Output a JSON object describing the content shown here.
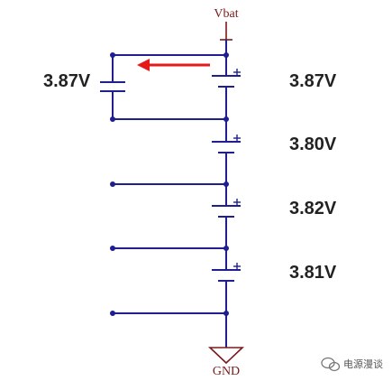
{
  "labels": {
    "vbat": "Vbat",
    "gnd": "GND",
    "external_cell": "3.87V"
  },
  "cells": [
    {
      "voltage": "3.87V",
      "polarity": "+"
    },
    {
      "voltage": "3.80V",
      "polarity": "+"
    },
    {
      "voltage": "3.82V",
      "polarity": "+"
    },
    {
      "voltage": "3.81V",
      "polarity": "+"
    }
  ],
  "watermark": {
    "text": "电源漫谈",
    "icon": "wechat-icon"
  },
  "colors": {
    "wire": "#1f1f8f",
    "rail": "#7a1a1a",
    "arrow": "#e51a1a",
    "text": "#222222"
  }
}
